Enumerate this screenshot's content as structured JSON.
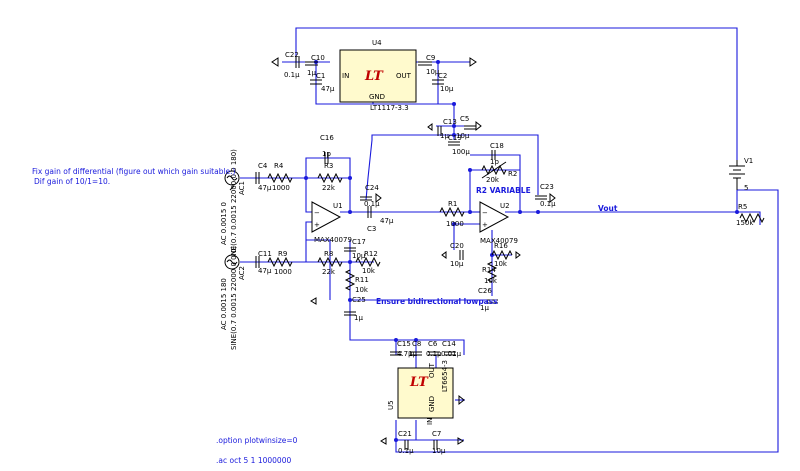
{
  "notes": {
    "fix_gain": "Fix gain of differential (figure out which gain suitable.)",
    "dif_gain": "Dif gain of 10/1=10.",
    "ensure_lowpass": "Ensure bidirectional lowpass",
    "r2_variable": "R2 VARIABLE",
    "option": ".option plotwinsize=0",
    "ac_cmd": ".ac oct 5 1 1000000"
  },
  "u4": {
    "name": "U4",
    "part": "LT1117-3.3",
    "in": "IN",
    "out": "OUT",
    "gnd": "GND"
  },
  "u5": {
    "name": "U5",
    "part": "LT6654-3",
    "out": "OUT",
    "gnd": "GND",
    "in": "IN"
  },
  "u1": {
    "name": "U1",
    "part": "MAX40079"
  },
  "u2": {
    "name": "U2",
    "part": "MAX40079"
  },
  "sources": {
    "ac1": {
      "name": "AC1",
      "spec1": "AC 0.0015 0",
      "spec2": "SINE(0.7 0.0015 22000 0 0 180)"
    },
    "ac2": {
      "name": "AC2",
      "spec1": "AC 0.0015 180",
      "spec2": "SINE(0.7 0.0015 22000 0 0 0)"
    },
    "v1": {
      "name": "V1",
      "value": "5"
    }
  },
  "net_vout": "Vout",
  "caps": {
    "c22": {
      "name": "C22",
      "value": "0.1µ"
    },
    "c10": {
      "name": "C10",
      "value": "1µ"
    },
    "c1": {
      "name": "C1",
      "value": "47µ"
    },
    "c9": {
      "name": "C9",
      "value": "10µ"
    },
    "c2": {
      "name": "C2",
      "value": "10µ"
    },
    "c13": {
      "name": "C13",
      "value": "1µ"
    },
    "c5": {
      "name": "C5",
      "value": "10µ"
    },
    "c19": {
      "name": "C19",
      "value": "100µ"
    },
    "c16": {
      "name": "C16",
      "value": "1p"
    },
    "c4": {
      "name": "C4",
      "value": "47µ"
    },
    "c24": {
      "name": "C24",
      "value": "0.1µ"
    },
    "c3": {
      "name": "C3",
      "value": "47µ"
    },
    "c18": {
      "name": "C18",
      "value": "1p"
    },
    "c23": {
      "name": "C23",
      "value": "0.1µ"
    },
    "c11": {
      "name": "C11",
      "value": "47µ"
    },
    "c17": {
      "name": "C17",
      "value": "10µ"
    },
    "c20": {
      "name": "C20",
      "value": "10µ"
    },
    "c25": {
      "name": "C25",
      "value": "1µ"
    },
    "c26": {
      "name": "C26",
      "value": "1µ"
    },
    "c15": {
      "name": "C15",
      "value": "4.7µ"
    },
    "c8": {
      "name": "C8",
      "value": "1µ"
    },
    "c6": {
      "name": "C6",
      "value": "0.1µ"
    },
    "c14": {
      "name": "C14",
      "value": "0.01µ"
    },
    "c21": {
      "name": "C21",
      "value": "0.1µ"
    },
    "c7": {
      "name": "C7",
      "value": "10µ"
    }
  },
  "res": {
    "r4": {
      "name": "R4",
      "value": "1000"
    },
    "r3": {
      "name": "R3",
      "value": "22k"
    },
    "r1": {
      "name": "R1",
      "value": "1000"
    },
    "r2": {
      "name": "R2",
      "value": "20k"
    },
    "r5": {
      "name": "R5",
      "value": "150k"
    },
    "r9": {
      "name": "R9",
      "value": "1000"
    },
    "r8": {
      "name": "R8",
      "value": "22k"
    },
    "r12": {
      "name": "R12",
      "value": "10k"
    },
    "r11": {
      "name": "R11",
      "value": "10k"
    },
    "r16": {
      "name": "R16",
      "value": "10k"
    },
    "r14": {
      "name": "R14",
      "value": "10k"
    }
  }
}
